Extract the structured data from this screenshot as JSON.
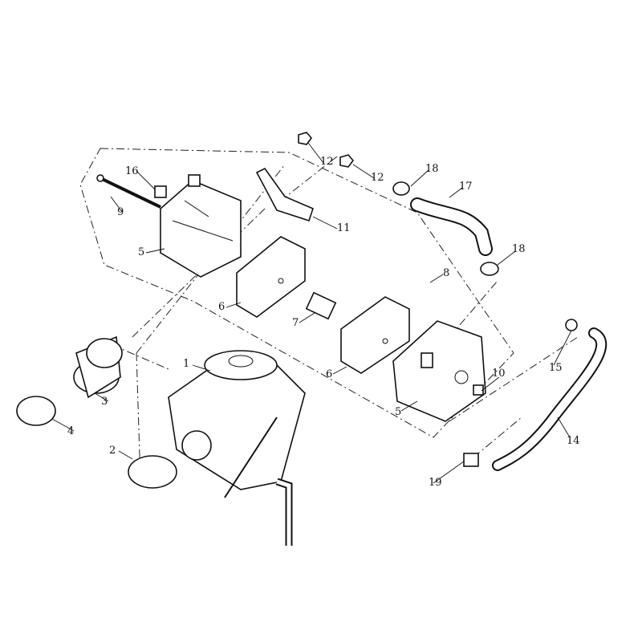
{
  "diagram": {
    "callouts": [
      {
        "id": "c1",
        "text": "1"
      },
      {
        "id": "c2",
        "text": "2"
      },
      {
        "id": "c3",
        "text": "3"
      },
      {
        "id": "c4",
        "text": "4"
      },
      {
        "id": "c5a",
        "text": "5"
      },
      {
        "id": "c5b",
        "text": "5"
      },
      {
        "id": "c6a",
        "text": "6"
      },
      {
        "id": "c6b",
        "text": "6"
      },
      {
        "id": "c7",
        "text": "7"
      },
      {
        "id": "c8",
        "text": "8"
      },
      {
        "id": "c9",
        "text": "9"
      },
      {
        "id": "c10",
        "text": "10"
      },
      {
        "id": "c11",
        "text": "11"
      },
      {
        "id": "c12a",
        "text": "12"
      },
      {
        "id": "c12b",
        "text": "12"
      },
      {
        "id": "c14",
        "text": "14"
      },
      {
        "id": "c15",
        "text": "15"
      },
      {
        "id": "c16",
        "text": "16"
      },
      {
        "id": "c17",
        "text": "17"
      },
      {
        "id": "c18a",
        "text": "18"
      },
      {
        "id": "c18b",
        "text": "18"
      },
      {
        "id": "c19",
        "text": "19"
      }
    ]
  }
}
